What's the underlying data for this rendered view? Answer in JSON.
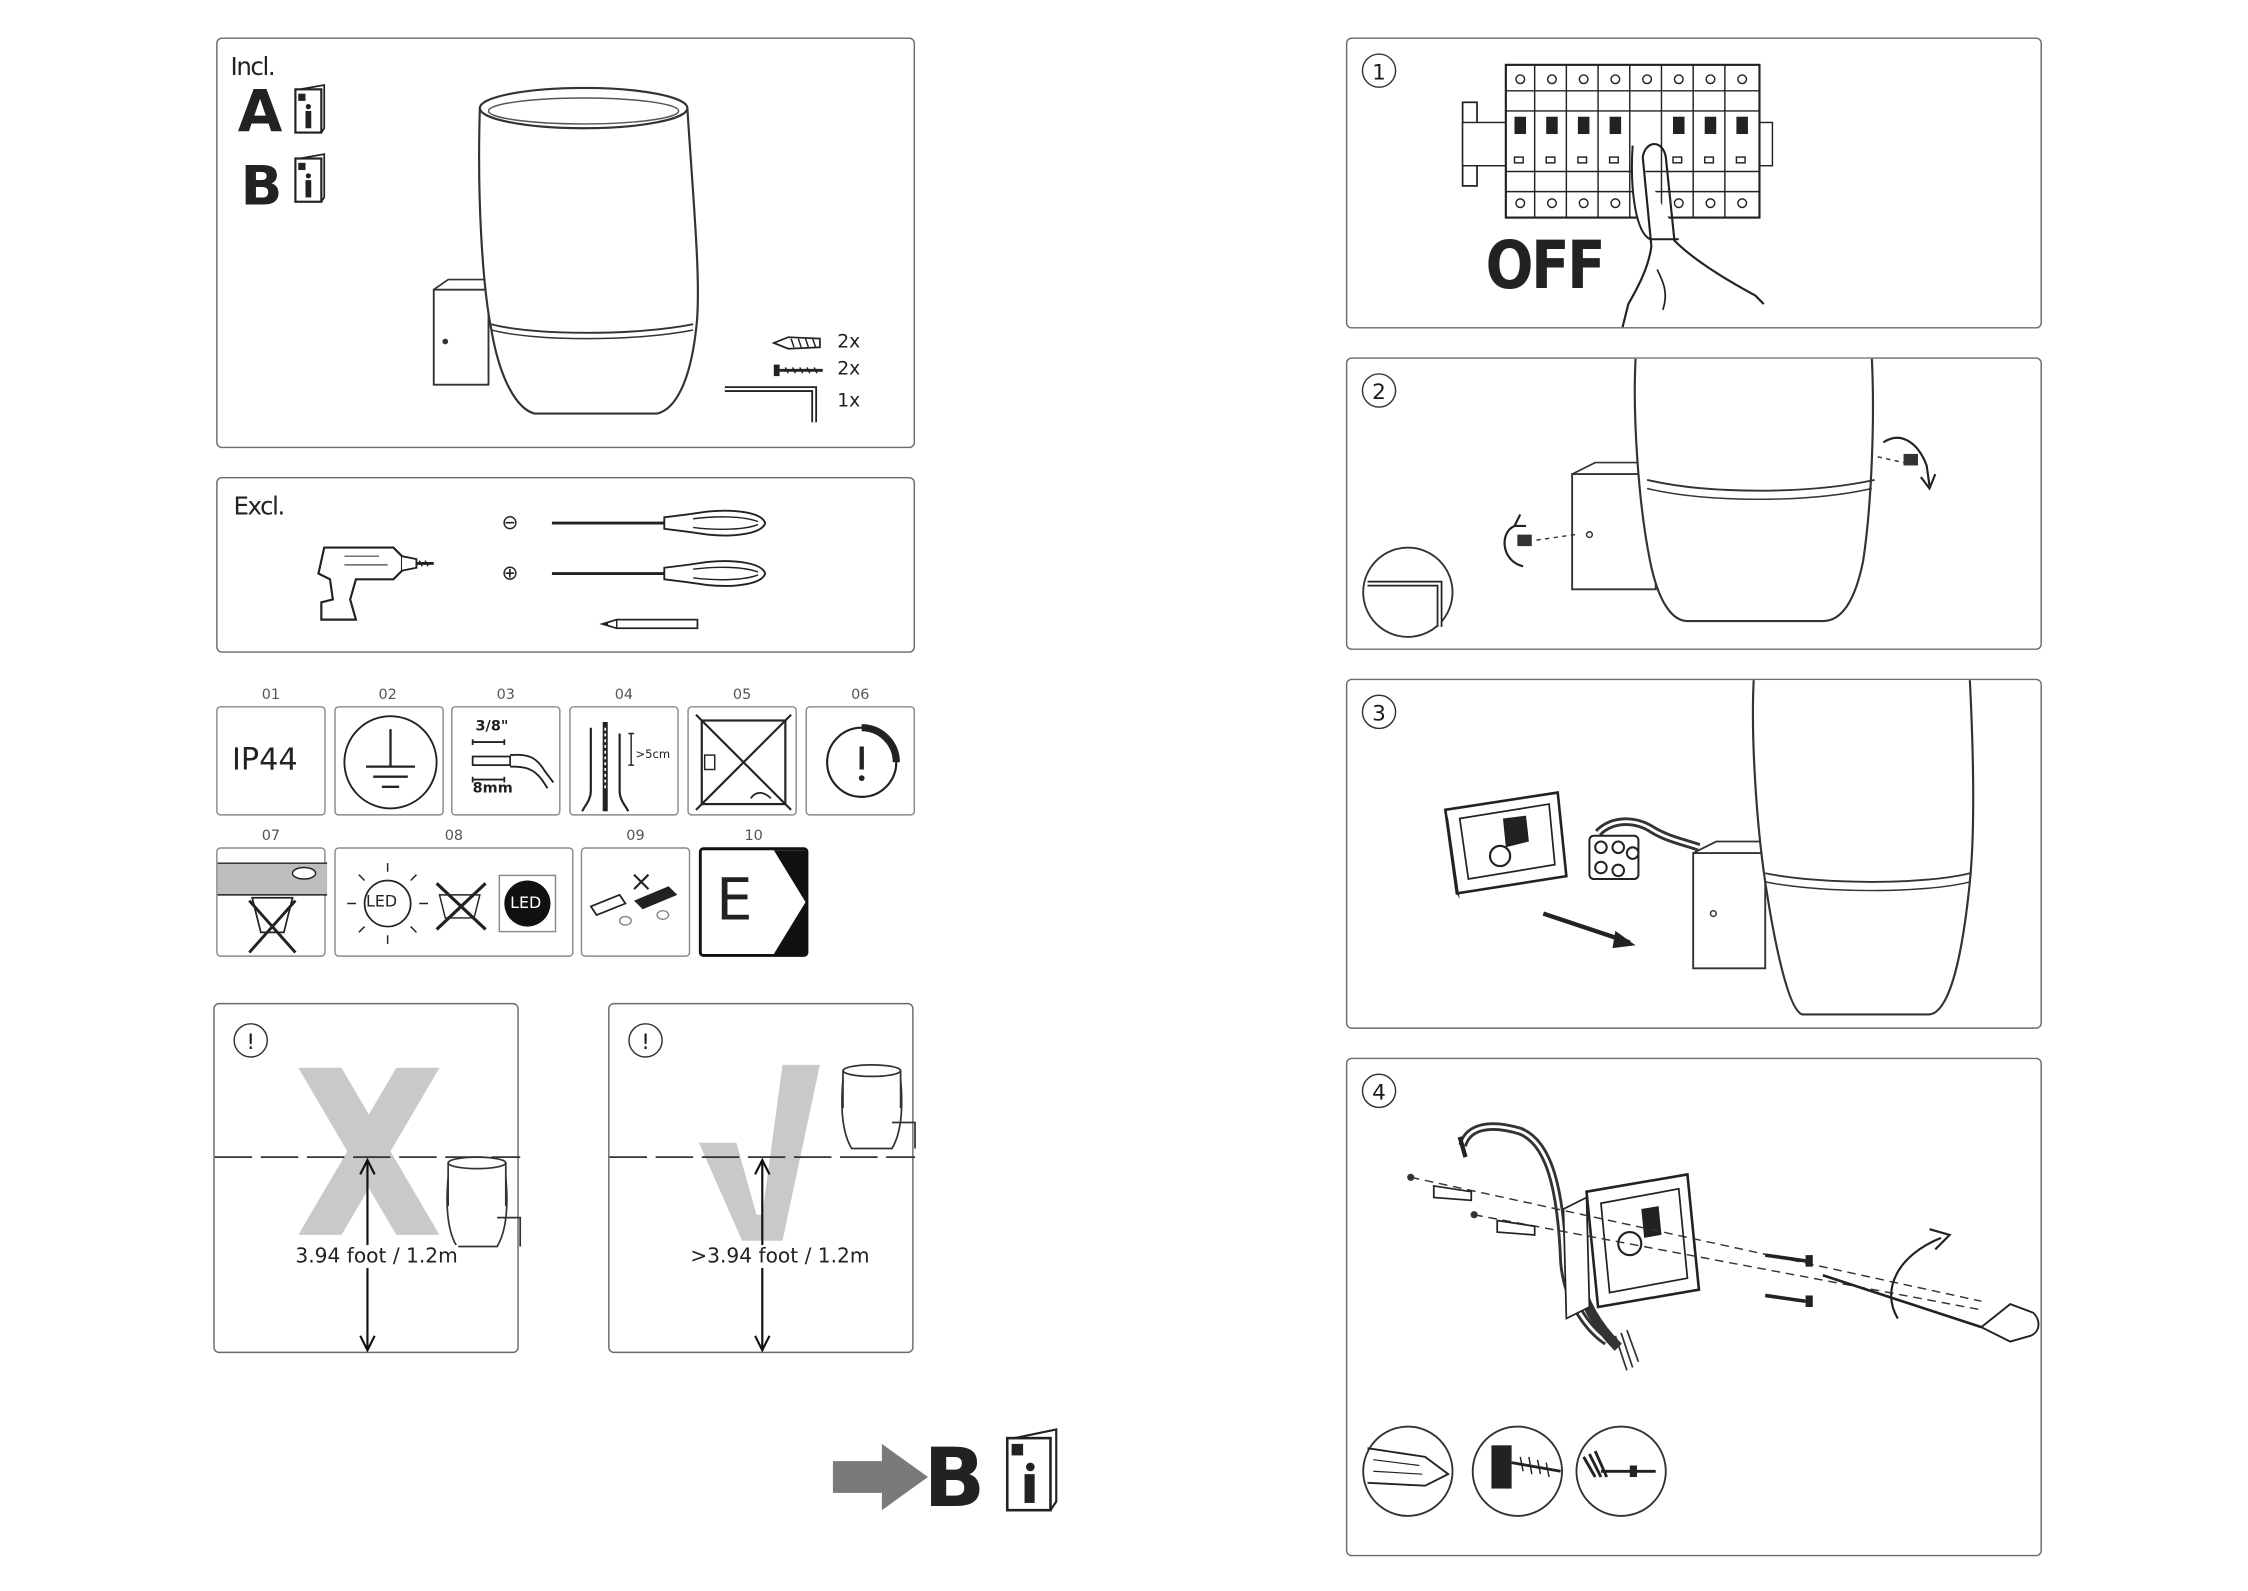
{
  "included": {
    "label": "Incl.",
    "doc_letters": [
      "A",
      "B"
    ],
    "parts": [
      {
        "icon": "wall-plug-icon",
        "count": "2x"
      },
      {
        "icon": "screw-icon",
        "count": "2x"
      },
      {
        "icon": "hex-key-icon",
        "count": "1x"
      }
    ]
  },
  "excluded": {
    "label": "Excl.",
    "tools": [
      "drill-icon",
      "flat-screwdriver-icon",
      "phillips-screwdriver-icon",
      "pencil-icon"
    ],
    "minus": "⊖",
    "plus": "⊕"
  },
  "spec_icons": [
    {
      "num": "01",
      "text": "IP44"
    },
    {
      "num": "02",
      "text": ""
    },
    {
      "num": "03",
      "text_top": "3/8\"",
      "text_bottom": "8mm"
    },
    {
      "num": "04",
      "text": ">5cm"
    },
    {
      "num": "05",
      "text": ""
    },
    {
      "num": "06",
      "text": "!"
    },
    {
      "num": "07",
      "text": ""
    },
    {
      "num": "08",
      "led_a": "LED",
      "led_b": "LED"
    },
    {
      "num": "09",
      "text": ""
    },
    {
      "num": "10",
      "text": "E"
    }
  ],
  "height_warning": {
    "wrong": {
      "mark": "!",
      "label": "3.94 foot / 1.2m"
    },
    "right": {
      "mark": "!",
      "label": ">3.94 foot / 1.2m"
    }
  },
  "next_doc": {
    "letter": "B"
  },
  "steps": [
    {
      "num": "1",
      "text": "OFF"
    },
    {
      "num": "2"
    },
    {
      "num": "3"
    },
    {
      "num": "4"
    }
  ]
}
